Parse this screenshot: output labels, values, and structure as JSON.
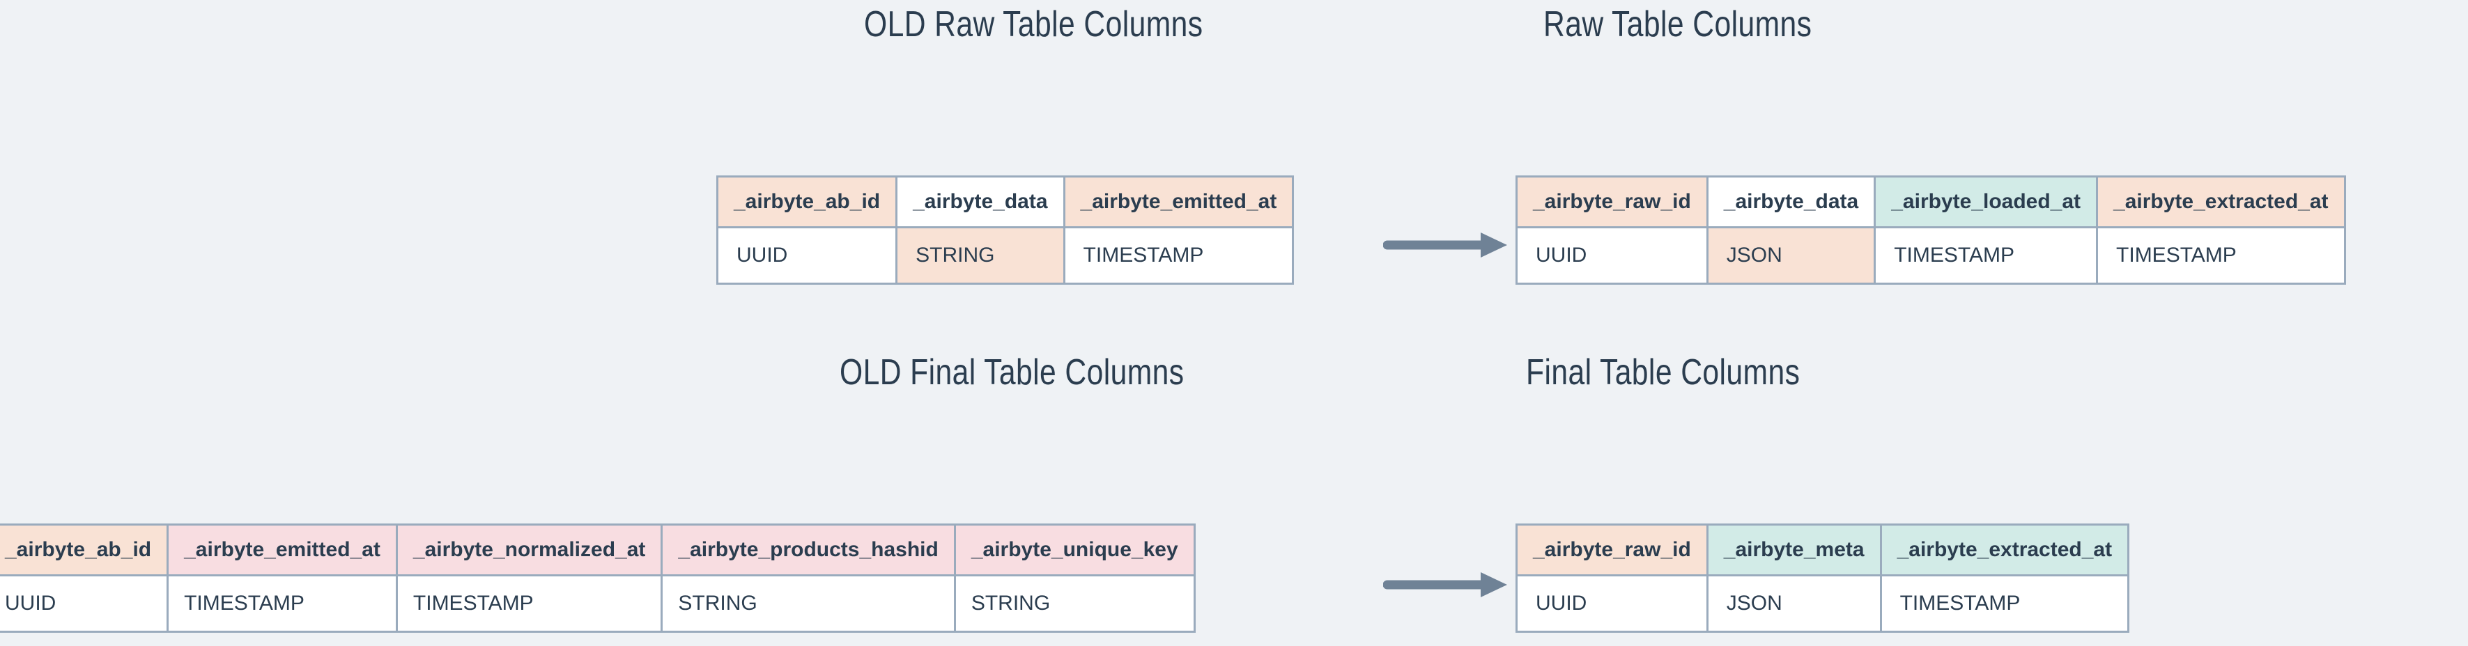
{
  "page": {
    "background_color": "#eff2f5",
    "text_color": "#2b3d4f",
    "border_color": "#9aabbd",
    "arrow_color": "#6f8296"
  },
  "palette": {
    "peach": "#f9e2d5",
    "pink": "#f8dde1",
    "mint": "#d2ebe7",
    "white": "#ffffff"
  },
  "sections": [
    {
      "old_title": "OLD Raw Table Columns",
      "new_title": "Raw Table Columns",
      "arrow": "arrow-right"
    },
    {
      "old_title": "OLD Final Table Columns",
      "new_title": "Final Table Columns",
      "arrow": "arrow-right"
    }
  ],
  "tables": {
    "old_raw": {
      "name": "OLD Raw Table Columns",
      "columns": [
        {
          "header": "_airbyte_ab_id",
          "header_fill": "peach",
          "type": "UUID",
          "type_fill": "white"
        },
        {
          "header": "_airbyte_data",
          "header_fill": "white",
          "type": "STRING",
          "type_fill": "peach"
        },
        {
          "header": "_airbyte_emitted_at",
          "header_fill": "peach",
          "type": "TIMESTAMP",
          "type_fill": "white"
        }
      ]
    },
    "new_raw": {
      "name": "Raw Table Columns",
      "columns": [
        {
          "header": "_airbyte_raw_id",
          "header_fill": "peach",
          "type": "UUID",
          "type_fill": "white"
        },
        {
          "header": "_airbyte_data",
          "header_fill": "white",
          "type": "JSON",
          "type_fill": "peach"
        },
        {
          "header": "_airbyte_loaded_at",
          "header_fill": "mint",
          "type": "TIMESTAMP",
          "type_fill": "white"
        },
        {
          "header": "_airbyte_extracted_at",
          "header_fill": "peach",
          "type": "TIMESTAMP",
          "type_fill": "white"
        }
      ]
    },
    "old_final": {
      "name": "OLD Final Table Columns",
      "columns": [
        {
          "header": "_airbyte_ab_id",
          "header_fill": "peach",
          "type": "UUID",
          "type_fill": "white"
        },
        {
          "header": "_airbyte_emitted_at",
          "header_fill": "pink",
          "type": "TIMESTAMP",
          "type_fill": "white"
        },
        {
          "header": "_airbyte_normalized_at",
          "header_fill": "pink",
          "type": "TIMESTAMP",
          "type_fill": "white"
        },
        {
          "header": "_airbyte_products_hashid",
          "header_fill": "pink",
          "type": "STRING",
          "type_fill": "white"
        },
        {
          "header": "_airbyte_unique_key",
          "header_fill": "pink",
          "type": "STRING",
          "type_fill": "white"
        }
      ]
    },
    "new_final": {
      "name": "Final Table Columns",
      "columns": [
        {
          "header": "_airbyte_raw_id",
          "header_fill": "peach",
          "type": "UUID",
          "type_fill": "white"
        },
        {
          "header": "_airbyte_meta",
          "header_fill": "mint",
          "type": "JSON",
          "type_fill": "white"
        },
        {
          "header": "_airbyte_extracted_at",
          "header_fill": "mint",
          "type": "TIMESTAMP",
          "type_fill": "white"
        }
      ]
    }
  }
}
